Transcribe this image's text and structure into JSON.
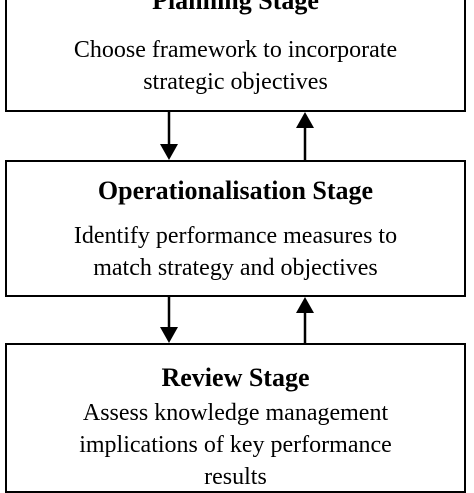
{
  "stages": [
    {
      "title": "Planning Stage",
      "description": [
        "Choose framework to incorporate",
        "strategic objectives"
      ]
    },
    {
      "title": "Operationalisation Stage",
      "description": [
        "Identify performance measures to",
        "match strategy and objectives"
      ]
    },
    {
      "title": "Review Stage",
      "description": [
        "Assess knowledge management",
        "implications of  key performance",
        "results"
      ]
    }
  ]
}
